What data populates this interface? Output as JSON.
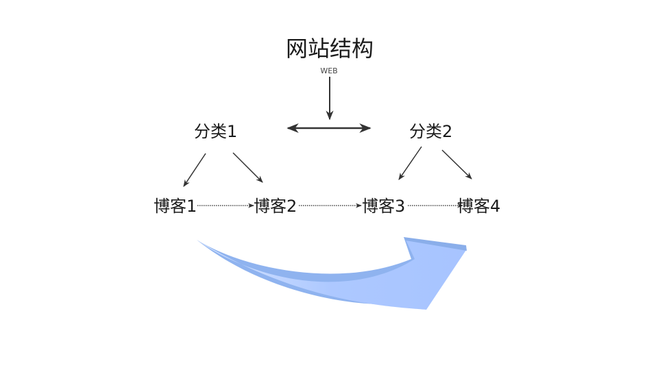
{
  "title": "网站结构",
  "subtitle": "WEB",
  "categories": [
    "分类1",
    "分类2"
  ],
  "blogs": [
    "博客1",
    "博客2",
    "博客3",
    "博客4"
  ]
}
